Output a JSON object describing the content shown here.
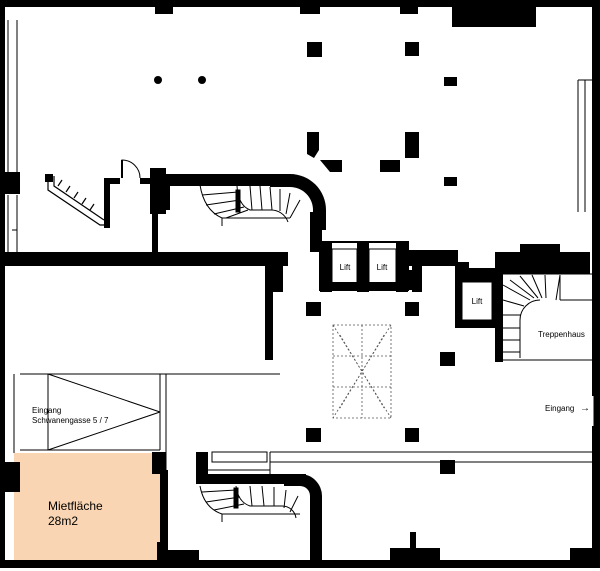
{
  "labels": {
    "lift_1": "Lift",
    "lift_2": "Lift",
    "lift_3": "Lift",
    "treppenhaus": "Treppenhaus",
    "eingang_right": "Eingang",
    "eingang_arrow": "→",
    "eingang_left_line1": "Eingang",
    "eingang_left_line2": "Schwanengasse 5 / 7",
    "mietflaeche_line1": "Mietfläche",
    "mietflaeche_line2": "28m2"
  },
  "colors": {
    "wall": "#000000",
    "rental_area": "#f9d5b3",
    "line": "#333333"
  }
}
